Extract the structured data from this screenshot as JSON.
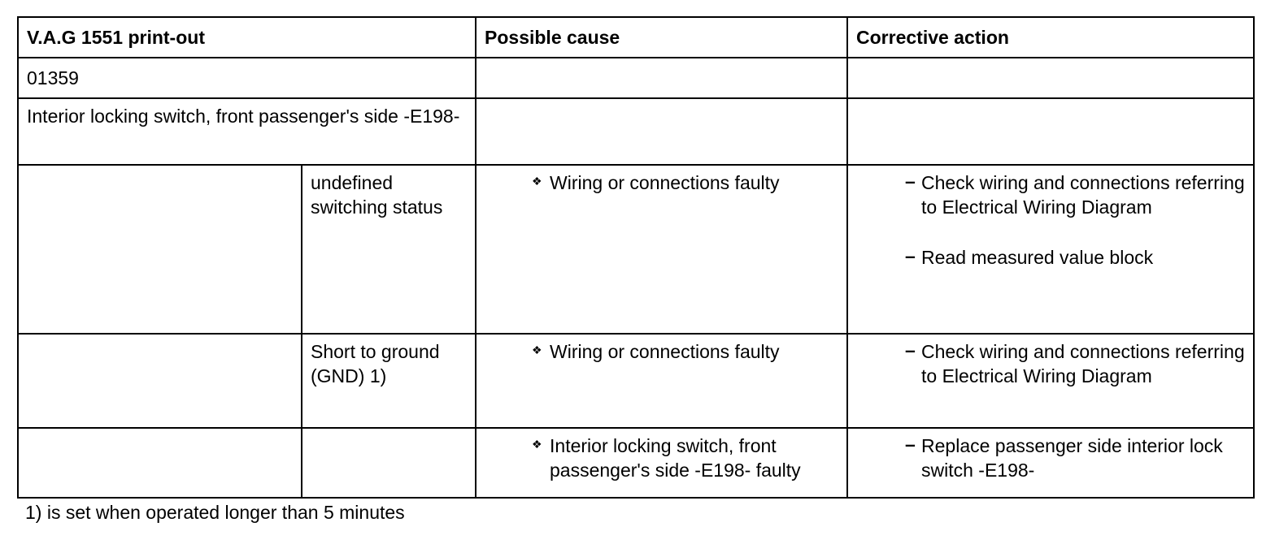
{
  "table": {
    "headers": {
      "printout": "V.A.G 1551 print-out",
      "cause": "Possible cause",
      "action": "Corrective action"
    },
    "code": "01359",
    "component": "Interior locking switch, front passenger's side -E198-",
    "rows": [
      {
        "symptom": "undefined switching status",
        "cause": "Wiring or connections faulty",
        "actions": [
          "Check wiring and connections referring to Electrical Wiring Diagram",
          "Read measured value block"
        ]
      },
      {
        "symptom": "Short to ground (GND) 1)",
        "cause": "Wiring or connections faulty",
        "actions": [
          "Check wiring and connections referring to Electrical Wiring Diagram"
        ]
      },
      {
        "symptom": "",
        "cause": "Interior locking switch, front passenger's side -E198- faulty",
        "actions": [
          "Replace passenger side interior lock switch -E198-"
        ]
      }
    ]
  },
  "icons": {
    "bullet": "diamond-bullet-icon",
    "dash": "dash-icon"
  },
  "footnote": "1) is set when operated longer than 5 minutes"
}
